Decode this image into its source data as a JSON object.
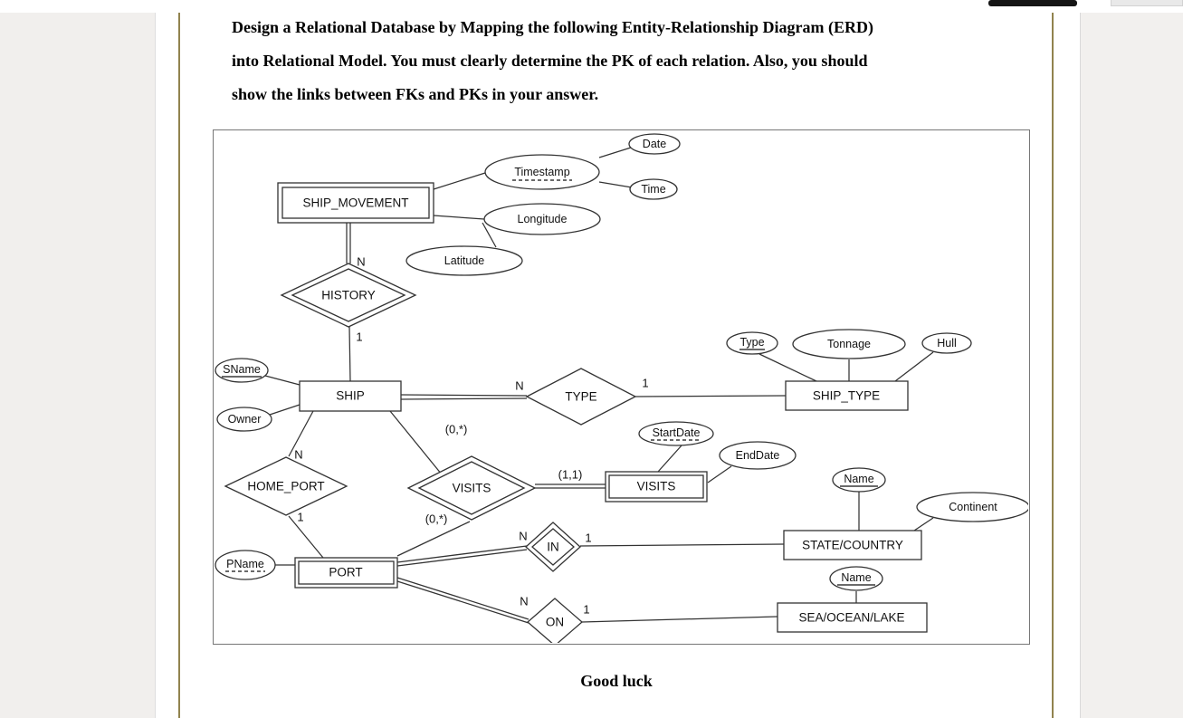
{
  "question": {
    "lines": [
      "Design a Relational Database by Mapping the following Entity-Relationship Diagram (ERD)",
      "into Relational Model. You must clearly determine the PK of each relation. Also, you should",
      "show the links between FKs and PKs in your answer."
    ]
  },
  "footer": {
    "text": "Good luck"
  },
  "diagram": {
    "entities": {
      "ship_movement": "SHIP_MOVEMENT",
      "ship": "SHIP",
      "ship_type": "SHIP_TYPE",
      "visits": "VISITS",
      "port": "PORT",
      "state_country": "STATE/COUNTRY",
      "sea_ocean_lake": "SEA/OCEAN/LAKE"
    },
    "relationships": {
      "history": "HISTORY",
      "type": "TYPE",
      "visits": "VISITS",
      "home_port": "HOME_PORT",
      "in": "IN",
      "on": "ON"
    },
    "attributes": {
      "timestamp": "Timestamp",
      "date": "Date",
      "time": "Time",
      "longitude": "Longitude",
      "latitude": "Latitude",
      "sname": "SName",
      "owner": "Owner",
      "pname": "PName",
      "type": "Type",
      "tonnage": "Tonnage",
      "hull": "Hull",
      "startdate": "StartDate",
      "enddate": "EndDate",
      "name_state": "Name",
      "continent": "Continent",
      "name_sea": "Name"
    },
    "cardinalities": {
      "history_n": "N",
      "history_1": "1",
      "type_n": "N",
      "type_1": "1",
      "visits_ship": "(0,*)",
      "visits_entity": "(1,1)",
      "visits_port": "(0,*)",
      "home_port_n": "N",
      "home_port_1": "1",
      "in_n": "N",
      "in_1": "1",
      "on_n": "N",
      "on_1": "1"
    }
  },
  "colors": {
    "page_border_accent": "#91834e",
    "panel_gray": "#f1efed",
    "diagram_line": "#333333",
    "top_bar_black": "#151515"
  }
}
